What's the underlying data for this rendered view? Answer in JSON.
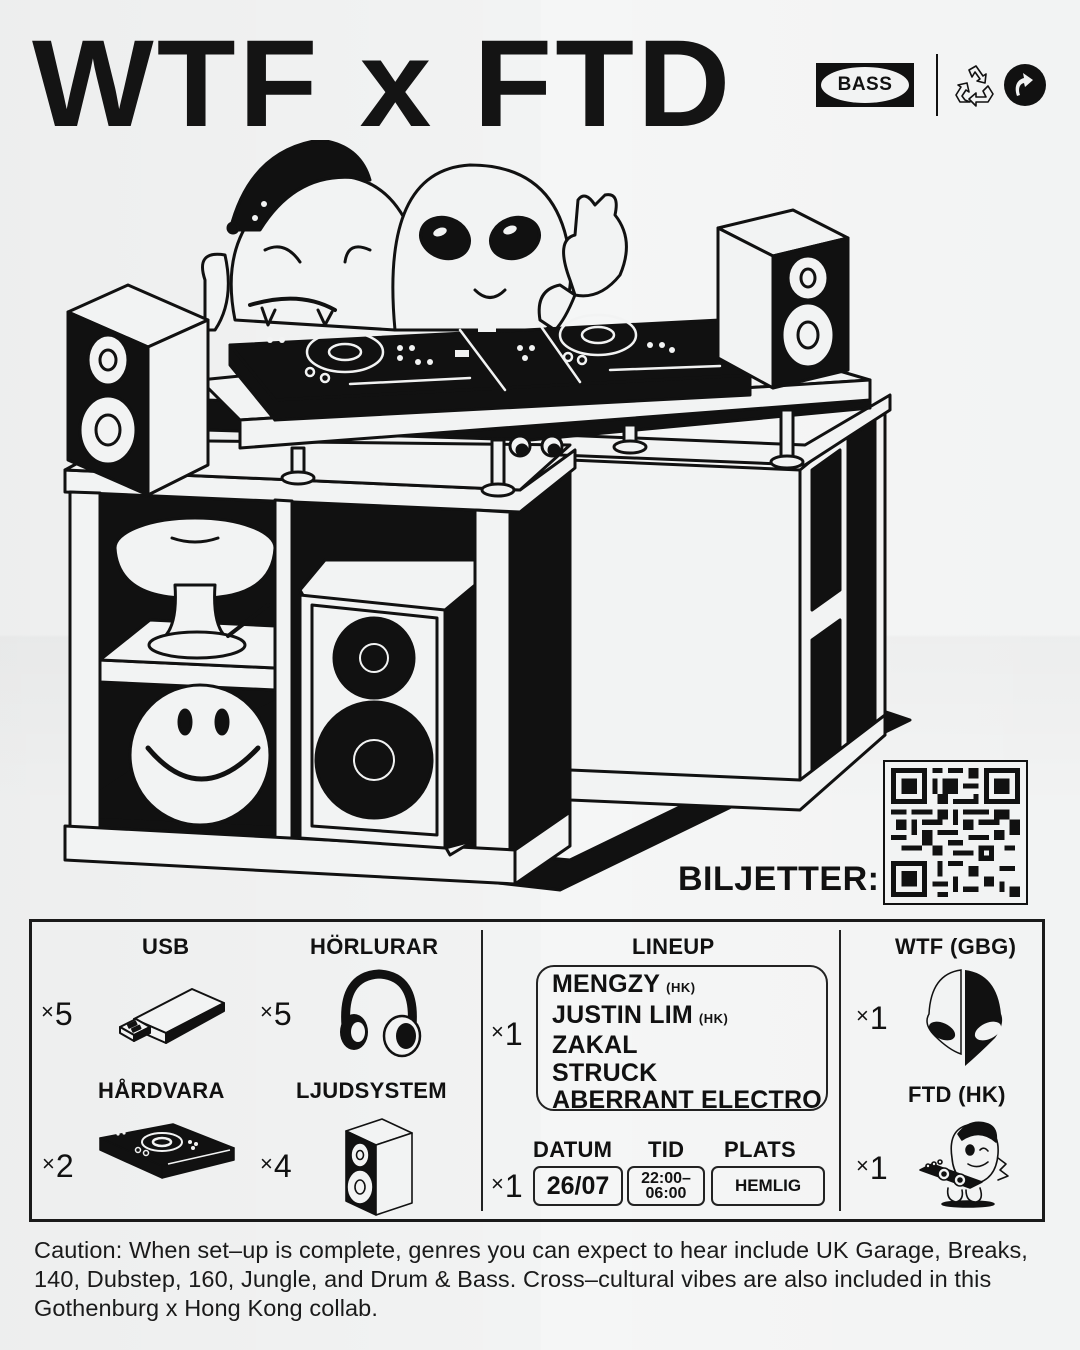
{
  "poster": {
    "title": "WTF x FTD",
    "logos": {
      "badge_text": "BASS",
      "icons": [
        "recycle-icon",
        "green-dot-icon"
      ]
    },
    "colors": {
      "ink": "#111111",
      "paper": "#f2f3f3"
    },
    "illustration": {
      "description": "DJ desk with two characters (cap-wearing dino and alien) behind a DJ controller, speakers, lamp, smiley face",
      "icons": [
        "dino-character-icon",
        "alien-character-icon",
        "dj-controller-icon",
        "speaker-icon",
        "lamp-icon",
        "smiley-icon",
        "desk-icon"
      ]
    },
    "tickets": {
      "label": "BILJETTER:",
      "icon": "qr-code-icon"
    }
  },
  "panel": {
    "gear": [
      {
        "heading": "USB",
        "qty_prefix": "×",
        "qty": "5",
        "icon": "usb-stick-icon"
      },
      {
        "heading": "HÖRLURAR",
        "qty_prefix": "×",
        "qty": "5",
        "icon": "headphones-icon"
      },
      {
        "heading": "HÅRDVARA",
        "qty_prefix": "×",
        "qty": "2",
        "icon": "dj-controller-icon"
      },
      {
        "heading": "LJUDSYSTEM",
        "qty_prefix": "×",
        "qty": "4",
        "icon": "speaker-icon"
      }
    ],
    "lineup": {
      "heading": "LINEUP",
      "qty_prefix": "×",
      "qty": "1",
      "artists": [
        {
          "name": "MENGZY",
          "tag": "(HK)"
        },
        {
          "name": "JUSTIN LIM",
          "tag": "(HK)"
        },
        {
          "name": "ZAKAL",
          "tag": ""
        },
        {
          "name": "STRUCK",
          "tag": ""
        },
        {
          "name": "ABERRANT ELECTRO",
          "tag": ""
        }
      ]
    },
    "event": {
      "qty_prefix": "×",
      "qty": "1",
      "date_label": "DATUM",
      "date_value": "26/07",
      "time_label": "TID",
      "time_value_start": "22:00–",
      "time_value_end": "06:00",
      "place_label": "PLATS",
      "place_value": "HEMLIG"
    },
    "collectives": [
      {
        "heading": "WTF (GBG)",
        "qty_prefix": "×",
        "qty": "1",
        "icon": "alien-half-logo-icon"
      },
      {
        "heading": "FTD (HK)",
        "qty_prefix": "×",
        "qty": "1",
        "icon": "dino-dj-mascot-icon"
      }
    ]
  },
  "caution": "Caution: When set–up is complete, genres you can expect to hear include UK Garage, Breaks, 140, Dubstep, 160, Jungle, and Drum & Bass. Cross–cultural vibes are also included in this Gothenburg x Hong Kong collab."
}
